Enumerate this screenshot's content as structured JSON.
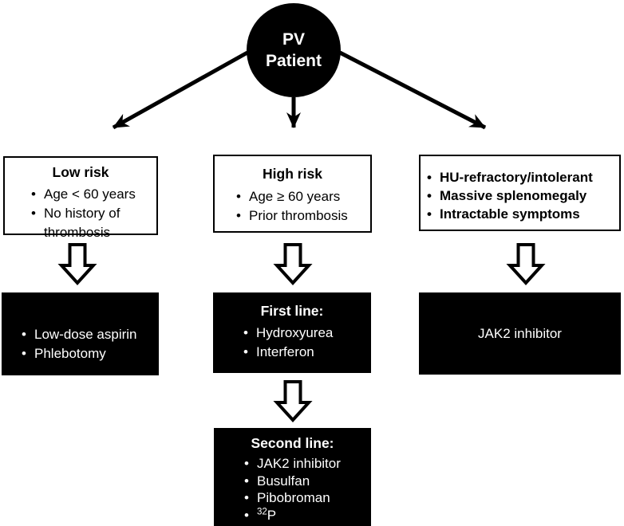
{
  "diagram_title": "PV patient treatment algorithm flowchart",
  "colors": {
    "node_fill_black": "#000000",
    "node_fill_white": "#ffffff",
    "line": "#000000"
  },
  "nodes": {
    "patient": {
      "line1": "PV",
      "line2": "Patient"
    },
    "low_risk": {
      "title": "Low risk",
      "bullets": [
        "Age < 60 years",
        "No history of thrombosis"
      ]
    },
    "high_risk": {
      "title": "High risk",
      "bullets": [
        "Age ≥ 60 years",
        "Prior thrombosis"
      ]
    },
    "special": {
      "bullets": [
        "HU-refractory/intolerant",
        "Massive splenomegaly",
        "Intractable symptoms"
      ]
    },
    "low_risk_treatment": {
      "bullets": [
        "Low-dose aspirin",
        "Phlebotomy"
      ]
    },
    "first_line": {
      "title": "First line:",
      "bullets": [
        "Hydroxyurea",
        "Interferon"
      ]
    },
    "jak2_treatment": {
      "label": "JAK2 inhibitor"
    },
    "second_line": {
      "title": "Second line:",
      "bullets": [
        "JAK2 inhibitor",
        "Busulfan",
        "Pibobroman"
      ],
      "isotope_bullet": {
        "sup": "32",
        "base": "P"
      }
    }
  }
}
